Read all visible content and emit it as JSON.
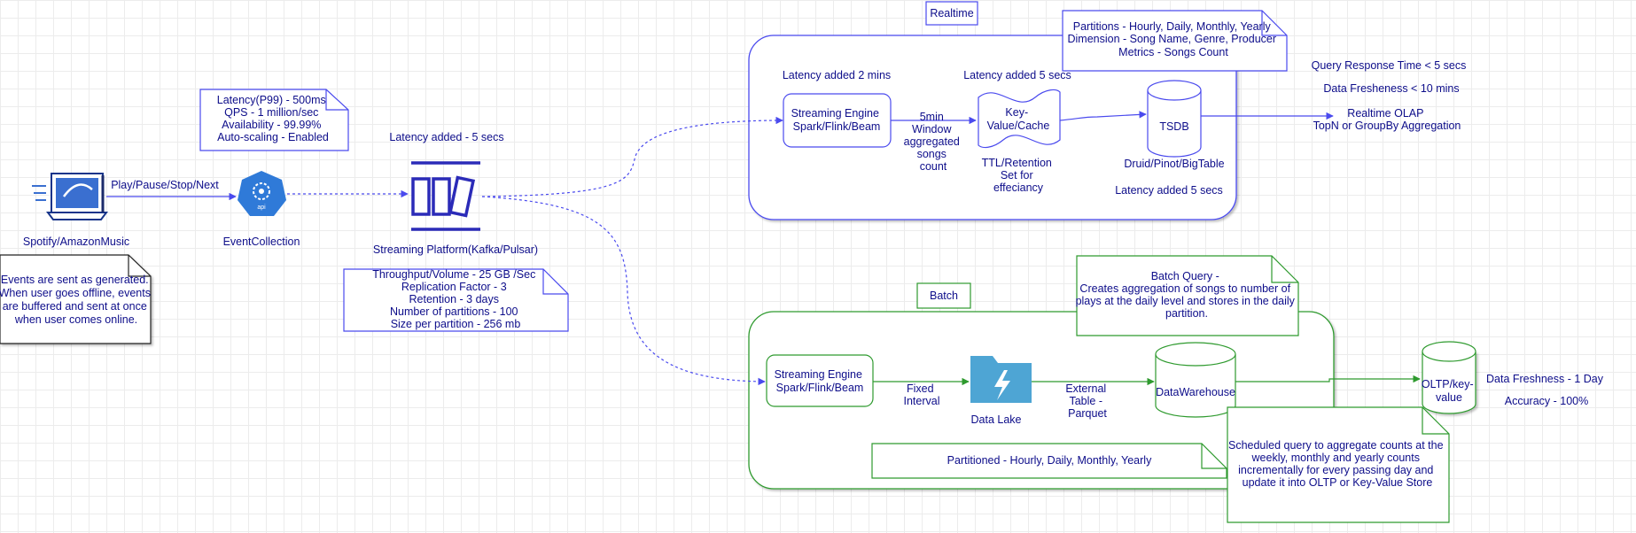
{
  "client": {
    "label": "Spotify/AmazonMusic",
    "note": [
      "Events are sent as generated.",
      "When user goes offline, events",
      "are buffered and sent at once",
      "when user comes online."
    ]
  },
  "edge_client_collection": "Play/Pause/Stop/Next",
  "collector": {
    "label": "EventCollection",
    "icon_text": "api",
    "note": [
      "Latency(P99) - 500ms",
      "QPS - 1 million/sec",
      "Availability - 99.99%",
      "Auto-scaling - Enabled"
    ]
  },
  "streaming_platform": {
    "latency": "Latency added - 5 secs",
    "label": "Streaming Platform(Kafka/Pulsar)",
    "note": [
      "Throughput/Volume - 25 GB /Sec",
      "Replication Factor - 3",
      "Retention - 3 days",
      "Number of partitions - 100",
      "Size per partition - 256 mb"
    ]
  },
  "realtime": {
    "title": "Realtime",
    "engine_latency": "Latency added 2 mins",
    "engine": [
      "Streaming Engine",
      "Spark/Flink/Beam"
    ],
    "window": [
      "5min",
      "Window",
      "aggregated",
      "songs",
      "count"
    ],
    "kv_latency": "Latency added 5 secs",
    "kv": [
      "Key-",
      "Value/Cache"
    ],
    "kv_caption": [
      "TTL/Retention",
      "Set for",
      "effeciancy"
    ],
    "tsdb": "TSDB",
    "tsdb_caption": "Druid/Pinot/BigTable",
    "tsdb_latency": "Latency added 5 secs",
    "note": [
      "Partitions - Hourly, Daily, Monthly, Yearly",
      "Dimension - Song Name, Genre, Producer",
      "Metrics - Songs Count"
    ],
    "sla": [
      "Query Response Time < 5 secs",
      "Data Fresheness < 10 mins"
    ],
    "output": [
      "Realtime OLAP",
      "TopN or GroupBy Aggregation"
    ]
  },
  "batch": {
    "title": "Batch",
    "engine": [
      "Streaming Engine",
      "Spark/Flink/Beam"
    ],
    "interval": [
      "Fixed",
      "Interval"
    ],
    "lake": "Data Lake",
    "external": [
      "External",
      "Table -",
      "Parquet"
    ],
    "warehouse": "DataWarehouse",
    "oltp": [
      "OLTP/key-",
      "value"
    ],
    "query_note": [
      "Batch Query -",
      "Creates aggregation of songs to number of",
      "plays at the daily level and stores in the daily",
      "partition."
    ],
    "partition_note": "Partitioned - Hourly, Daily, Monthly, Yearly",
    "schedule_note": [
      "Scheduled query to aggregate counts at the",
      "weekly, monthly and yearly counts",
      "incrementally for every passing day and",
      "update it into OLTP or Key-Value Store"
    ],
    "sla": [
      "Data Freshness - 1 Day",
      "Accuracy - 100%"
    ]
  },
  "colors": {
    "realtime": "#4a4aee",
    "batch": "#2e9a2e",
    "text": "#0d0d8a",
    "lake": "#4ea5d4",
    "collector": "#2f7ad8"
  }
}
